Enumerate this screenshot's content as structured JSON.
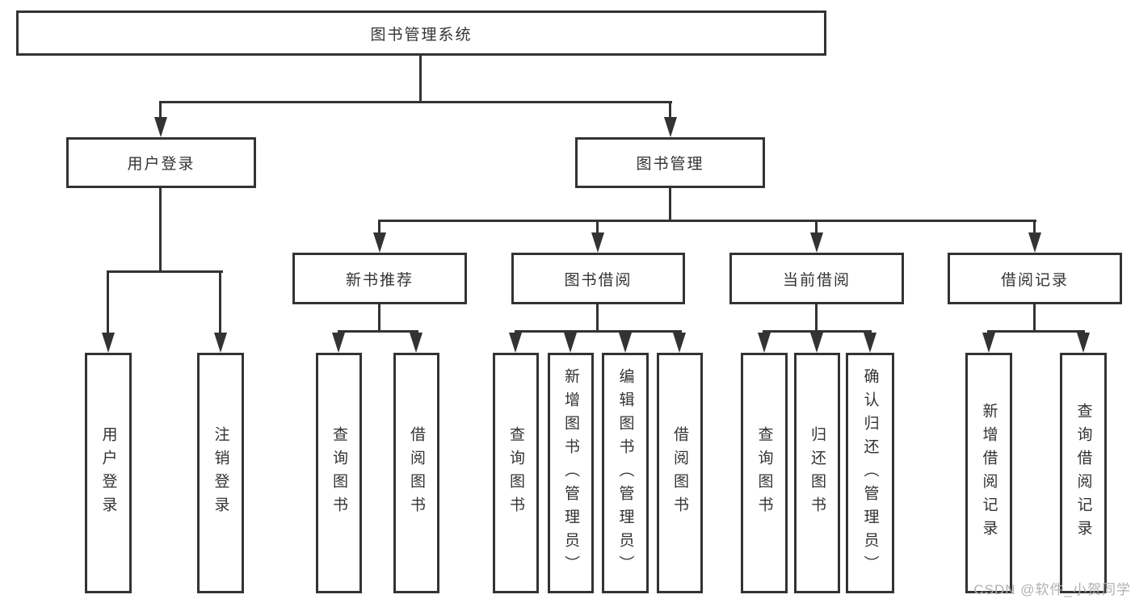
{
  "tree": {
    "root": {
      "label": "图书管理系统"
    },
    "user_login": {
      "label": "用户登录",
      "children": [
        {
          "label": "用户登录"
        },
        {
          "label": "注销登录"
        }
      ]
    },
    "book_mgmt": {
      "label": "图书管理"
    },
    "new_books": {
      "label": "新书推荐",
      "children": [
        {
          "label": "查询图书"
        },
        {
          "label": "借阅图书"
        }
      ]
    },
    "book_borrow": {
      "label": "图书借阅",
      "children": [
        {
          "label": "查询图书"
        },
        {
          "label": "新增图书（管理员）"
        },
        {
          "label": "编辑图书（管理员）"
        },
        {
          "label": "借阅图书"
        }
      ]
    },
    "current_borrow": {
      "label": "当前借阅",
      "children": [
        {
          "label": "查询图书"
        },
        {
          "label": "归还图书"
        },
        {
          "label": "确认归还（管理员）"
        }
      ]
    },
    "borrow_records": {
      "label": "借阅记录",
      "children": [
        {
          "label": "新增借阅记录"
        },
        {
          "label": "查询借阅记录"
        }
      ]
    }
  },
  "watermark": "CSDN @软件_小贺同学",
  "colors": {
    "line": "#333333",
    "text": "#333333",
    "watermark": "#b0b0b0",
    "background": "#ffffff"
  }
}
